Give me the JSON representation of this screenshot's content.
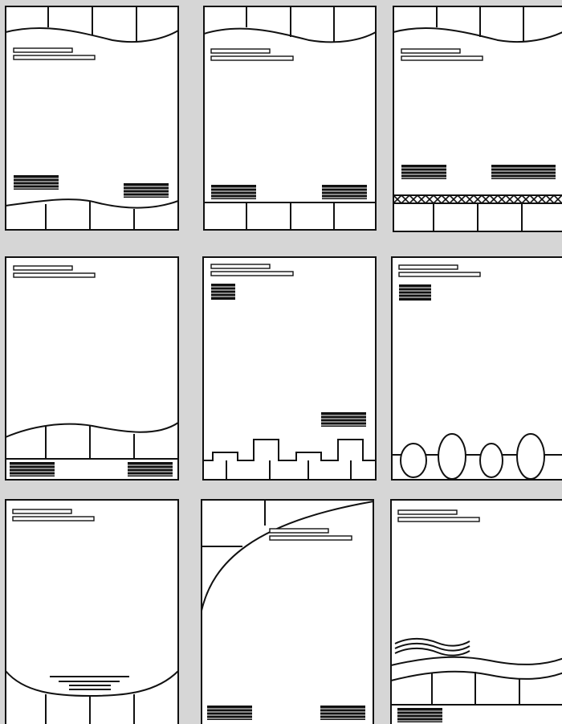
{
  "sheet": {
    "layout_count": 9,
    "palette": {
      "page": "#d3d3d3",
      "panel": "#ffffff",
      "ink": "#111111"
    },
    "layouts": [
      {
        "name": "wave-header-footer"
      },
      {
        "name": "wave-header-straight-footer"
      },
      {
        "name": "wave-header-truss-footer"
      },
      {
        "name": "bottom-wave-band"
      },
      {
        "name": "bar-profile-footer"
      },
      {
        "name": "oval-chain-footer"
      },
      {
        "name": "bottom-arch"
      },
      {
        "name": "corner-curve"
      },
      {
        "name": "double-wave-footer"
      }
    ]
  }
}
